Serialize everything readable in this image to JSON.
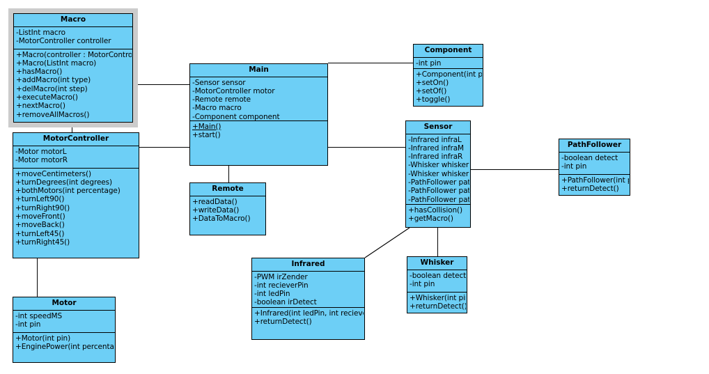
{
  "diagram": {
    "type": "uml-class-diagram",
    "background_color": "#ffffff",
    "class_fill_color": "#6dcff6",
    "class_border_color": "#000000",
    "selection_color": "#cccccc",
    "line_color": "#000000"
  },
  "classes": [
    {
      "id": "macro",
      "name": "Macro",
      "selected": true,
      "attributes": [
        "-ListInt macro",
        "-MotorController controller"
      ],
      "operations": [
        "+Macro(controller : MotorController)",
        "+Macro(ListInt macro)",
        "+hasMacro()",
        "+addMacro(int type)",
        "+delMacro(int step)",
        "+executeMacro()",
        "+nextMacro()",
        "+removeAllMacros()"
      ]
    },
    {
      "id": "motorcontroller",
      "name": "MotorController",
      "selected": false,
      "attributes": [
        "-Motor motorL",
        "-Motor motorR"
      ],
      "operations": [
        "+moveCentimeters()",
        "+turnDegrees(int degrees)",
        "+bothMotors(int percentage)",
        "+turnLeft90()",
        "+turnRight90()",
        "+moveFront()",
        "+moveBack()",
        "+turnLeft45()",
        "+turnRight45()"
      ]
    },
    {
      "id": "motor",
      "name": "Motor",
      "selected": false,
      "attributes": [
        "-int speedMS",
        "-int pin"
      ],
      "operations": [
        "+Motor(int pin)",
        "+EnginePower(int percentage)"
      ]
    },
    {
      "id": "main",
      "name": "Main",
      "selected": false,
      "attributes": [
        "-Sensor sensor",
        "-MotorController motor",
        "-Remote remote",
        "-Macro macro",
        "-Component component"
      ],
      "operations": [
        "+Main()",
        "+start()"
      ],
      "static_operations": [
        "+Main()"
      ]
    },
    {
      "id": "remote",
      "name": "Remote",
      "selected": false,
      "attributes": [],
      "operations": [
        "+readData()",
        "+writeData()",
        "+DataToMacro()"
      ]
    },
    {
      "id": "component",
      "name": "Component",
      "selected": false,
      "attributes": [
        "-int pin"
      ],
      "operations": [
        "+Component(int pin)",
        "+setOn()",
        "+setOf()",
        "+toggle()"
      ]
    },
    {
      "id": "sensor",
      "name": "Sensor",
      "selected": false,
      "attributes": [
        "-Infrared infraL",
        "-Infrared infraM",
        "-Infrared infraR",
        "-Whisker whiskerL",
        "-Whisker whiskerR",
        "-PathFollower pathL",
        "-PathFollower pathM",
        "-PathFollower pathR"
      ],
      "operations": [
        "+hasCollision()",
        "+getMacro()"
      ]
    },
    {
      "id": "pathfollower",
      "name": "PathFollower",
      "selected": false,
      "attributes": [
        "-boolean detect",
        "-int pin"
      ],
      "operations": [
        "+PathFollower(int pin)",
        "+returnDetect()"
      ]
    },
    {
      "id": "infrared",
      "name": "Infrared",
      "selected": false,
      "attributes": [
        "-PWM irZender",
        "-int recieverPin",
        "-int ledPin",
        "-boolean irDetect"
      ],
      "operations": [
        "+Infrared(int ledPin, int recieverPin)",
        "+returnDetect()"
      ]
    },
    {
      "id": "whisker",
      "name": "Whisker",
      "selected": false,
      "attributes": [
        "-boolean detect",
        "-int pin"
      ],
      "operations": [
        "+Whisker(int pin)",
        "+returnDetect()"
      ]
    }
  ],
  "associations": [
    {
      "from": "macro",
      "to": "main",
      "shape": "elbow"
    },
    {
      "from": "macro",
      "to": "motorcontroller",
      "shape": "vertical"
    },
    {
      "from": "motorcontroller",
      "to": "main",
      "shape": "elbow"
    },
    {
      "from": "motorcontroller",
      "to": "motor",
      "shape": "vertical"
    },
    {
      "from": "main",
      "to": "component",
      "shape": "elbow"
    },
    {
      "from": "main",
      "to": "remote",
      "shape": "vertical"
    },
    {
      "from": "main",
      "to": "sensor",
      "shape": "horizontal"
    },
    {
      "from": "sensor",
      "to": "pathfollower",
      "shape": "horizontal"
    },
    {
      "from": "sensor",
      "to": "infrared",
      "shape": "diagonal"
    },
    {
      "from": "sensor",
      "to": "whisker",
      "shape": "vertical"
    }
  ]
}
